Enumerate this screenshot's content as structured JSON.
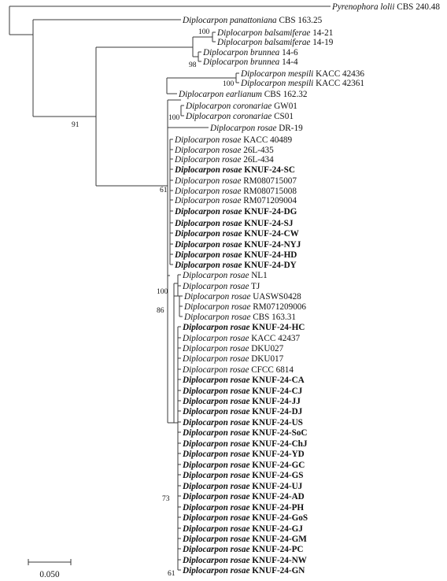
{
  "tree": {
    "taxa": [
      {
        "genus": "Pyrenophora",
        "species": "lolii",
        "strain": "CBS 240.48",
        "bold": false
      },
      {
        "genus": "Diplocarpon",
        "species": "panattoniana",
        "strain": "CBS 163.25",
        "bold": false
      },
      {
        "genus": "Diplocarpon",
        "species": "balsamiferae",
        "strain": "14-21",
        "bold": false
      },
      {
        "genus": "Diplocarpon",
        "species": "balsamiferae",
        "strain": "14-19",
        "bold": false
      },
      {
        "genus": "Diplocarpon",
        "species": "brunnea",
        "strain": "14-6",
        "bold": false
      },
      {
        "genus": "Diplocarpon",
        "species": "brunnea",
        "strain": "14-4",
        "bold": false
      },
      {
        "genus": "Diplocarpon",
        "species": "mespili",
        "strain": "KACC 42436",
        "bold": false
      },
      {
        "genus": "Diplocarpon",
        "species": "mespili",
        "strain": "KACC 42361",
        "bold": false
      },
      {
        "genus": "Diplocarpon",
        "species": "earlianum",
        "strain": "CBS 162.32",
        "bold": false
      },
      {
        "genus": "Diplocarpon",
        "species": "coronariae",
        "strain": "GW01",
        "bold": false
      },
      {
        "genus": "Diplocarpon",
        "species": "coronariae",
        "strain": "CS01",
        "bold": false
      },
      {
        "genus": "Diplocarpon",
        "species": "rosae",
        "strain": "DR-19",
        "bold": false
      },
      {
        "genus": "Diplocarpon",
        "species": "rosae",
        "strain": "KACC 40489",
        "bold": false
      },
      {
        "genus": "Diplocarpon",
        "species": "rosae",
        "strain": "26L-435",
        "bold": false
      },
      {
        "genus": "Diplocarpon",
        "species": "rosae",
        "strain": "26L-434",
        "bold": false
      },
      {
        "genus": "Diplocarpon",
        "species": "rosae",
        "strain": "KNUF-24-SC",
        "bold": true
      },
      {
        "genus": "Diplocarpon",
        "species": "rosae",
        "strain": "RM080715007",
        "bold": false
      },
      {
        "genus": "Diplocarpon",
        "species": "rosae",
        "strain": "RM080715008",
        "bold": false
      },
      {
        "genus": "Diplocarpon",
        "species": "rosae",
        "strain": "RM071209004",
        "bold": false
      },
      {
        "genus": "Diplocarpon",
        "species": "rosae",
        "strain": "KNUF-24-DG",
        "bold": true
      },
      {
        "genus": "Diplocarpon",
        "species": "rosae",
        "strain": "KNUF-24-SJ",
        "bold": true
      },
      {
        "genus": "Diplocarpon",
        "species": "rosae",
        "strain": "KNUF-24-CW",
        "bold": true
      },
      {
        "genus": "Diplocarpon",
        "species": "rosae",
        "strain": "KNUF-24-NYJ",
        "bold": true
      },
      {
        "genus": "Diplocarpon",
        "species": "rosae",
        "strain": "KNUF-24-HD",
        "bold": true
      },
      {
        "genus": "Diplocarpon",
        "species": "rosae",
        "strain": "KNUF-24-DY",
        "bold": true
      },
      {
        "genus": "Diplocarpon",
        "species": "rosae",
        "strain": "NL1",
        "bold": false
      },
      {
        "genus": "Diplocarpon",
        "species": "rosae",
        "strain": "TJ",
        "bold": false
      },
      {
        "genus": "Diplocarpon",
        "species": "rosae",
        "strain": "UASWS0428",
        "bold": false
      },
      {
        "genus": "Diplocarpon",
        "species": "rosae",
        "strain": "RM071209006",
        "bold": false
      },
      {
        "genus": "Diplocarpon",
        "species": "rosae",
        "strain": "CBS 163.31",
        "bold": false
      },
      {
        "genus": "Diplocarpon",
        "species": "rosae",
        "strain": "KNUF-24-HC",
        "bold": true
      },
      {
        "genus": "Diplocarpon",
        "species": "rosae",
        "strain": "KACC 42437",
        "bold": false
      },
      {
        "genus": "Diplocarpon",
        "species": "rosae",
        "strain": "DKU027",
        "bold": false
      },
      {
        "genus": "Diplocarpon",
        "species": "rosae",
        "strain": "DKU017",
        "bold": false
      },
      {
        "genus": "Diplocarpon",
        "species": "rosae",
        "strain": "CFCC 6814",
        "bold": false
      },
      {
        "genus": "Diplocarpon",
        "species": "rosae",
        "strain": "KNUF-24-CA",
        "bold": true
      },
      {
        "genus": "Diplocarpon",
        "species": "rosae",
        "strain": "KNUF-24-CJ",
        "bold": true
      },
      {
        "genus": "Diplocarpon",
        "species": "rosae",
        "strain": "KNUF-24-JJ",
        "bold": true
      },
      {
        "genus": "Diplocarpon",
        "species": "rosae",
        "strain": "KNUF-24-DJ",
        "bold": true
      },
      {
        "genus": "Diplocarpon",
        "species": "rosae",
        "strain": "KNUF-24-US",
        "bold": true
      },
      {
        "genus": "Diplocarpon",
        "species": "rosae",
        "strain": "KNUF-24-SoC",
        "bold": true
      },
      {
        "genus": "Diplocarpon",
        "species": "rosae",
        "strain": "KNUF-24-ChJ",
        "bold": true
      },
      {
        "genus": "Diplocarpon",
        "species": "rosae",
        "strain": "KNUF-24-YD",
        "bold": true
      },
      {
        "genus": "Diplocarpon",
        "species": "rosae",
        "strain": "KNUF-24-GC",
        "bold": true
      },
      {
        "genus": "Diplocarpon",
        "species": "rosae",
        "strain": "KNUF-24-GS",
        "bold": true
      },
      {
        "genus": "Diplocarpon",
        "species": "rosae",
        "strain": "KNUF-24-UJ",
        "bold": true
      },
      {
        "genus": "Diplocarpon",
        "species": "rosae",
        "strain": "KNUF-24-AD",
        "bold": true
      },
      {
        "genus": "Diplocarpon",
        "species": "rosae",
        "strain": "KNUF-24-PH",
        "bold": true
      },
      {
        "genus": "Diplocarpon",
        "species": "rosae",
        "strain": "KNUF-24-GoS",
        "bold": true
      },
      {
        "genus": "Diplocarpon",
        "species": "rosae",
        "strain": "KNUF-24-GJ",
        "bold": true
      },
      {
        "genus": "Diplocarpon",
        "species": "rosae",
        "strain": "KNUF-24-GM",
        "bold": true
      },
      {
        "genus": "Diplocarpon",
        "species": "rosae",
        "strain": "KNUF-24-PC",
        "bold": true
      },
      {
        "genus": "Diplocarpon",
        "species": "rosae",
        "strain": "KNUF-24-NW",
        "bold": true
      },
      {
        "genus": "Diplocarpon",
        "species": "rosae",
        "strain": "KNUF-24-GN",
        "bold": true
      }
    ],
    "bootstrap": [
      "100",
      "98",
      "100",
      "100",
      "91",
      "61",
      "100",
      "86",
      "73",
      "61"
    ],
    "scale_bar_label": "0.050"
  }
}
